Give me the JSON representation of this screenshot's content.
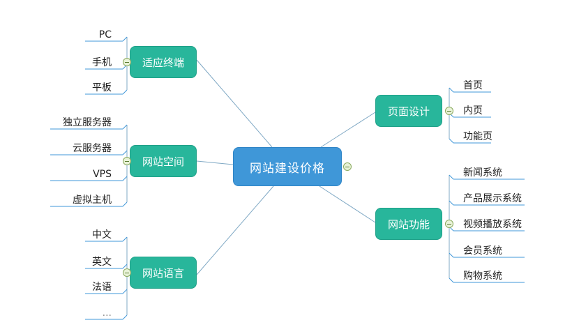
{
  "center": {
    "label": "网站建设价格"
  },
  "branches": [
    {
      "label": "适应终端",
      "items": [
        "PC",
        "手机",
        "平板"
      ]
    },
    {
      "label": "网站空间",
      "items": [
        "独立服务器",
        "云服务器",
        "VPS",
        "虚拟主机"
      ]
    },
    {
      "label": "网站语言",
      "items": [
        "中文",
        "英文",
        "法语",
        "..."
      ]
    },
    {
      "label": "页面设计",
      "items": [
        "首页",
        "内页",
        "功能页"
      ]
    },
    {
      "label": "网站功能",
      "items": [
        "新闻系统",
        "产品展示系统",
        "视频播放系统",
        "会员系统",
        "购物系统"
      ]
    }
  ],
  "colors": {
    "center_fill": "#3f97d8",
    "branch_fill": "#28b69b",
    "connector_line": "#7fa8c4",
    "leaf_underline": "#3f97d8",
    "collapse_icon": "#8aa95e"
  },
  "icons": {
    "collapse": "collapse-minus-icon"
  }
}
